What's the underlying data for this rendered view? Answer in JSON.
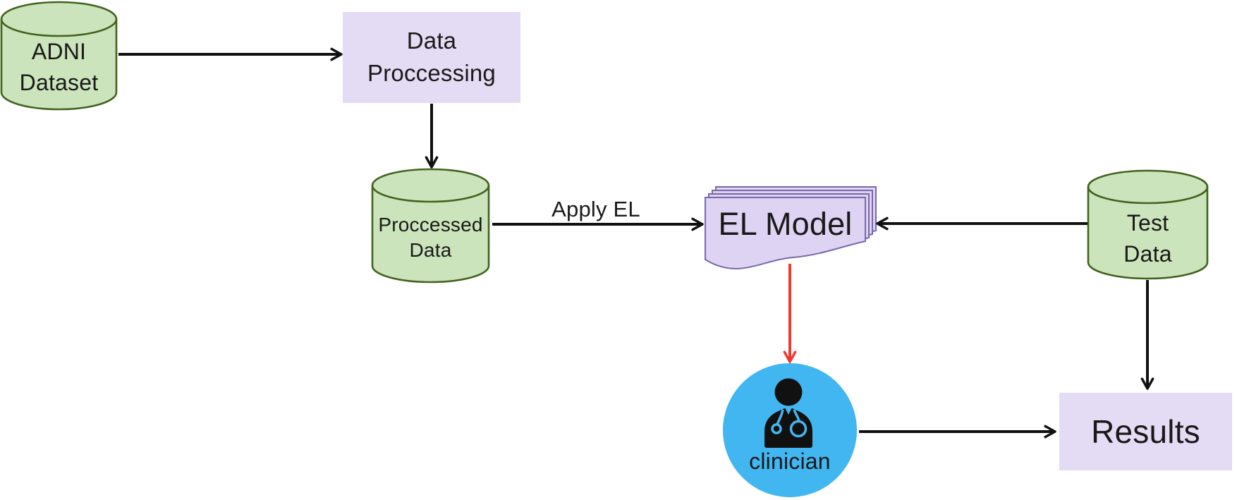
{
  "colors": {
    "background": "#ffffff",
    "node_green_fill": "#cbe4bb",
    "node_green_stroke": "#42631f",
    "box_lavender_fill": "#e4dbf4",
    "document_fill": "#ded3f2",
    "document_stroke": "#7a68ab",
    "clinician_blue": "#42b6f0",
    "arrow_black": "#111111",
    "arrow_red": "#ee3932",
    "ink": "#191919"
  },
  "nodes": {
    "adni_dataset": {
      "label": "ADNI\nDataset",
      "shape": "database-cylinder"
    },
    "data_processing": {
      "label": "Data\nProccessing",
      "shape": "rectangle"
    },
    "processed_data": {
      "label": "Proccessed\nData",
      "shape": "database-cylinder"
    },
    "el_model": {
      "label": "EL Model",
      "shape": "stacked-documents"
    },
    "test_data": {
      "label": "Test\nData",
      "shape": "database-cylinder"
    },
    "clinician": {
      "label": "clinician",
      "shape": "circle",
      "icon": "doctor-icon"
    },
    "results": {
      "label": "Results",
      "shape": "rectangle"
    }
  },
  "edges": {
    "adni_to_processing": {
      "from": "adni_dataset",
      "to": "data_processing"
    },
    "processing_to_processed": {
      "from": "data_processing",
      "to": "processed_data"
    },
    "processed_to_el_model": {
      "from": "processed_data",
      "to": "el_model",
      "label": "Apply EL"
    },
    "test_to_el_model": {
      "from": "test_data",
      "to": "el_model"
    },
    "el_model_to_clinician": {
      "from": "el_model",
      "to": "clinician",
      "highlight": "red"
    },
    "clinician_to_results": {
      "from": "clinician",
      "to": "results"
    },
    "test_to_results": {
      "from": "test_data",
      "to": "results"
    }
  }
}
